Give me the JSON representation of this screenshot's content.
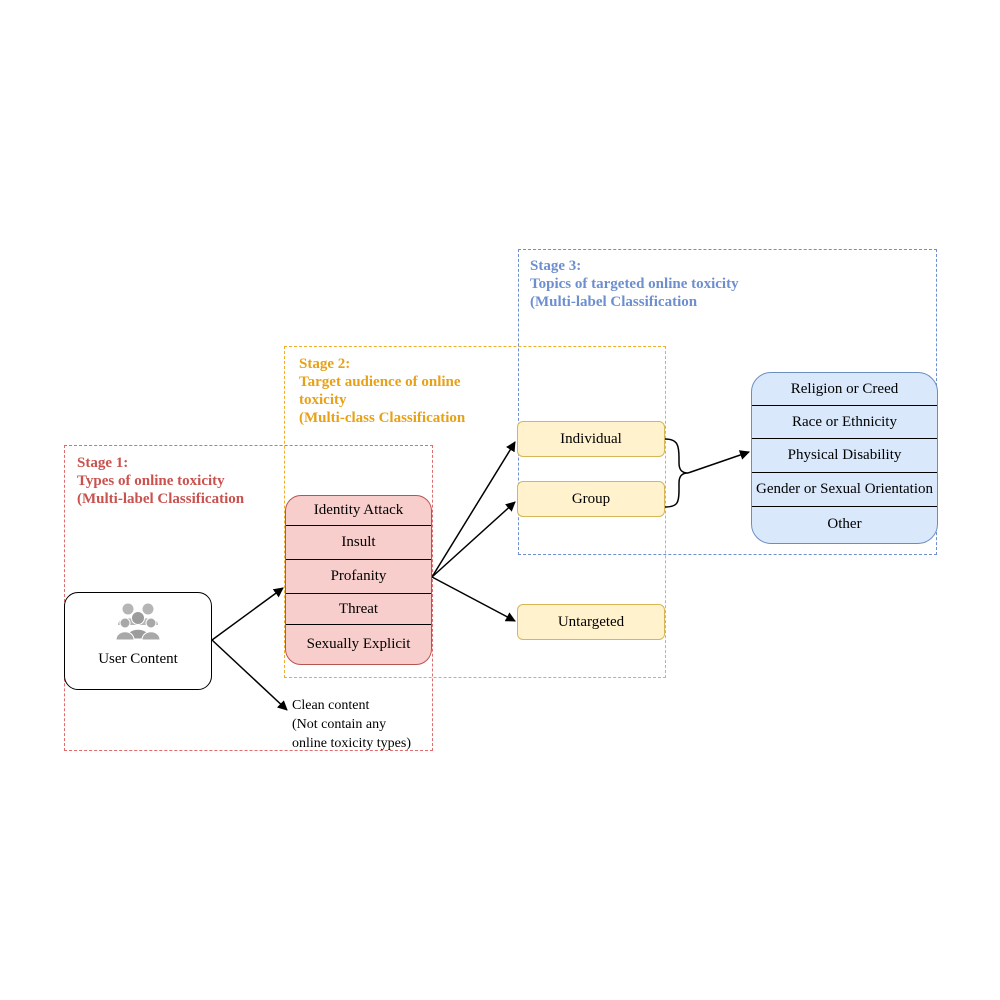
{
  "stages": {
    "stage1": "Stage 1:\nTypes of online toxicity\n(Multi-label Classification",
    "stage2": "Stage 2:\nTarget audience of online\ntoxicity\n(Multi-class Classification",
    "stage3": "Stage 3:\nTopics of targeted online toxicity\n(Multi-label Classification"
  },
  "user_content": {
    "label": "User Content",
    "icon": "users-icon"
  },
  "clean_content": "Clean content\n(Not contain any\nonline toxicity types)",
  "toxicity_types": [
    "Identity Attack",
    "Insult",
    "Profanity",
    "Threat",
    "Sexually Explicit"
  ],
  "targets": {
    "individual": "Individual",
    "group": "Group",
    "untargeted": "Untargeted"
  },
  "topics": [
    "Religion or Creed",
    "Race or Ethnicity",
    "Physical Disability",
    "Gender or Sexual Orientation",
    "Other"
  ],
  "colors": {
    "stage1": "#e06c6c",
    "stage2": "#f0ad2b",
    "stage3": "#6d8fd0",
    "toxicity_fill": "#f8cecc",
    "target_fill": "#fff2cc",
    "topic_fill": "#dae8fc"
  }
}
